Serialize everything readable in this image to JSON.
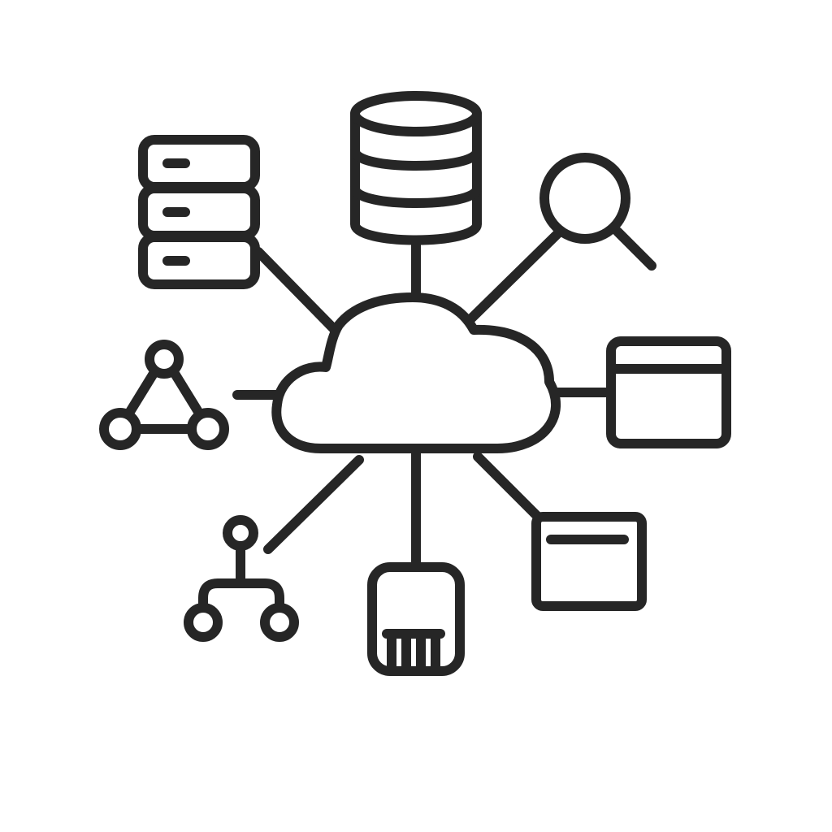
{
  "canvas": {
    "background": "#ffffff",
    "stroke_color": "#262626"
  },
  "hub": {
    "icon": "cloud-icon"
  },
  "nodes": [
    {
      "id": "server-rack",
      "icon": "server-rack-icon"
    },
    {
      "id": "database",
      "icon": "database-icon"
    },
    {
      "id": "search",
      "icon": "magnifier-icon"
    },
    {
      "id": "browser-window-large",
      "icon": "browser-window-icon"
    },
    {
      "id": "browser-window-small",
      "icon": "browser-window-icon"
    },
    {
      "id": "memory-card",
      "icon": "sd-card-icon"
    },
    {
      "id": "hierarchy",
      "icon": "hierarchy-icon"
    },
    {
      "id": "triangle-network",
      "icon": "network-triangle-icon"
    }
  ]
}
